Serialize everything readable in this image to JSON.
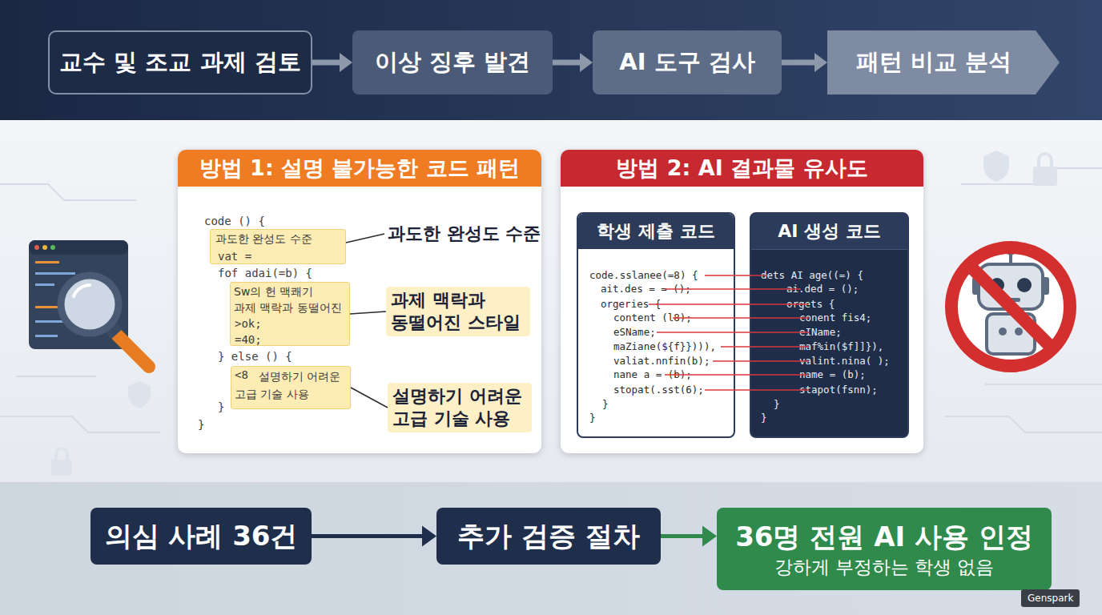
{
  "diagram": {
    "nodes": [
      {
        "text": [
          "교수 및 조교 과제 검토"
        ]
      },
      {
        "text": [
          "이상 징후 발견"
        ]
      },
      {
        "text": [
          "AI 도구 검사"
        ]
      },
      {
        "text": [
          "패턴 비교 분석"
        ]
      },
      {
        "text": [
          "방법 1: 설명 불가능한 코드 패턴"
        ]
      },
      {
        "text": [
          "과도한 완성도 수준"
        ],
        "in": 4
      },
      {
        "text": [
          "Sw의 헌 맥쾌기",
          "과제 맥락과 동떨어진"
        ],
        "in": 4
      },
      {
        "text": [
          "설명하기 어려운 고급 기술 사용"
        ],
        "in": 4
      },
      {
        "text": [
          "과제 맥락과 동떨어진 스타일"
        ],
        "in": 4
      },
      {
        "text": [
          "설명하기 어려운 고급 기술 사용"
        ],
        "in": 4
      },
      {
        "text": [
          "방법 2: AI 결과물 유사도"
        ]
      },
      {
        "text": [
          "학생 제출 코드"
        ],
        "in": 10
      },
      {
        "text": [
          "AI 생성 코드"
        ],
        "in": 10
      },
      {
        "text": [
          "의심 사례 36건"
        ]
      },
      {
        "text": [
          "추가 검증 절차"
        ]
      },
      {
        "text": [
          "36명 전원 AI 사용 인정",
          "강하게 부정하는 학생 없음"
        ]
      }
    ],
    "edges": [
      {
        "from": 0,
        "to": 1,
        "arrow": "to"
      },
      {
        "from": 1,
        "to": 2,
        "arrow": "to"
      },
      {
        "from": 2,
        "to": 3,
        "arrow": "to"
      },
      {
        "from": 6,
        "to": 8,
        "arrow": "none"
      },
      {
        "from": 7,
        "to": 9,
        "arrow": "none"
      },
      {
        "from": 13,
        "to": 14,
        "arrow": "to"
      },
      {
        "from": 14,
        "to": 15,
        "arrow": "to"
      }
    ],
    "labels": [
      "code () {",
      "vat =",
      "fof adai(=b) {",
      ">ok;",
      "=40;",
      "} else () {",
      "<8",
      "}",
      "}",
      "과도한 완성도 수준",
      "code.sslanee(=8) {",
      "ait.des = = ();",
      "orgeries {",
      "content (l8);",
      "eSName;",
      "maZiane(${f}}))),",
      "valiat.nnfin(b);",
      "nane a = (b);",
      "stopat(.sst(6);",
      "}",
      "}",
      "dets AI age((=) {",
      "ai.ded = ();",
      "orgets {",
      "conent fis4;",
      "eIName;",
      "maf%in($f]]}),",
      "valint.nina( );",
      "name = (b);",
      "stapot(fsnn);",
      "}",
      "}",
      "Genspark"
    ]
  }
}
